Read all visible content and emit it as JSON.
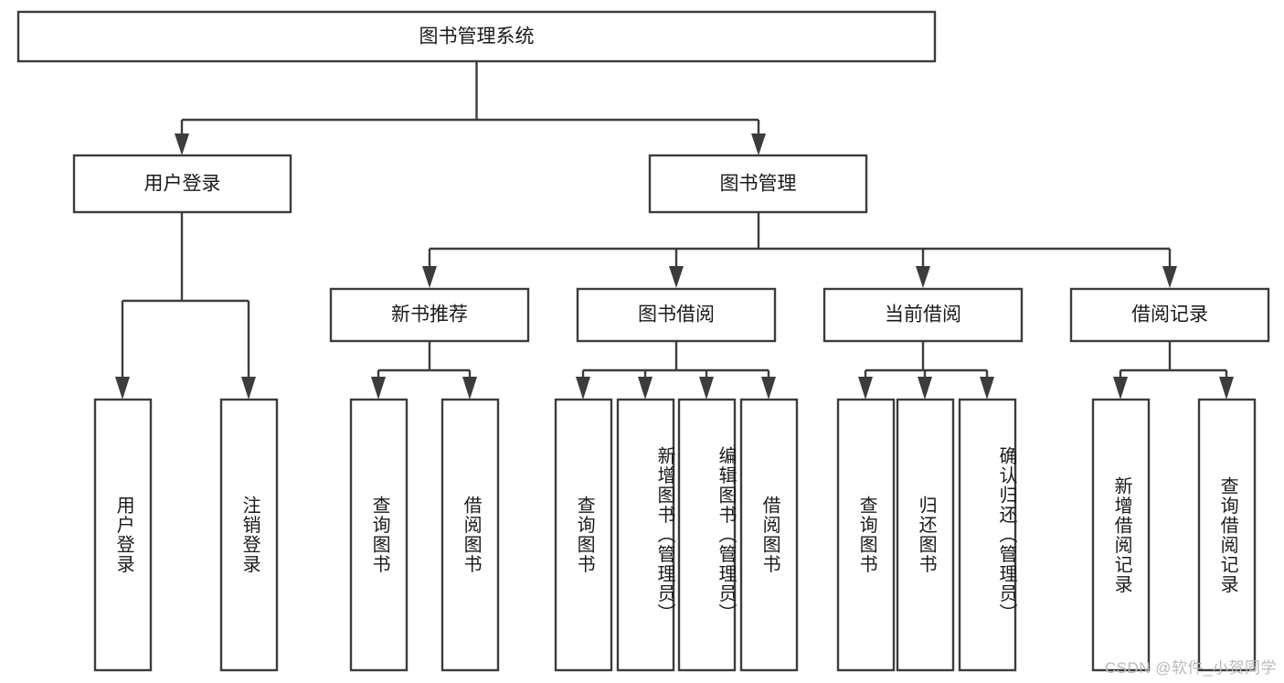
{
  "diagram": {
    "type": "tree-hierarchy-flowchart",
    "title": "图书管理系统",
    "orientation": "top-down",
    "colors": {
      "box_stroke": "#3c3c3c",
      "box_fill": "#ffffff",
      "connector": "#3c3c3c",
      "text": "#1a1a1a",
      "background": "#ffffff",
      "watermark": "#b9b9b9"
    },
    "root": {
      "label": "图书管理系统"
    },
    "level2": [
      {
        "label": "用户登录"
      },
      {
        "label": "图书管理"
      }
    ],
    "level3": [
      {
        "label": "新书推荐"
      },
      {
        "label": "图书借阅"
      },
      {
        "label": "当前借阅"
      },
      {
        "label": "借阅记录"
      }
    ],
    "leaves": {
      "user_login": [
        {
          "label": "用户登录"
        },
        {
          "label": "注销登录"
        }
      ],
      "new_book_recommend": [
        {
          "label": "查询图书"
        },
        {
          "label": "借阅图书"
        }
      ],
      "book_borrow": [
        {
          "label": "查询图书"
        },
        {
          "label": "新增图书（管理员）"
        },
        {
          "label": "编辑图书（管理员）"
        },
        {
          "label": "借阅图书"
        }
      ],
      "current_borrow": [
        {
          "label": "查询图书"
        },
        {
          "label": "归还图书"
        },
        {
          "label": "确认归还（管理员）"
        }
      ],
      "borrow_record": [
        {
          "label": "新增借阅记录"
        },
        {
          "label": "查询借阅记录"
        }
      ]
    }
  },
  "watermark": {
    "text": "CSDN @软件_小贺同学"
  }
}
